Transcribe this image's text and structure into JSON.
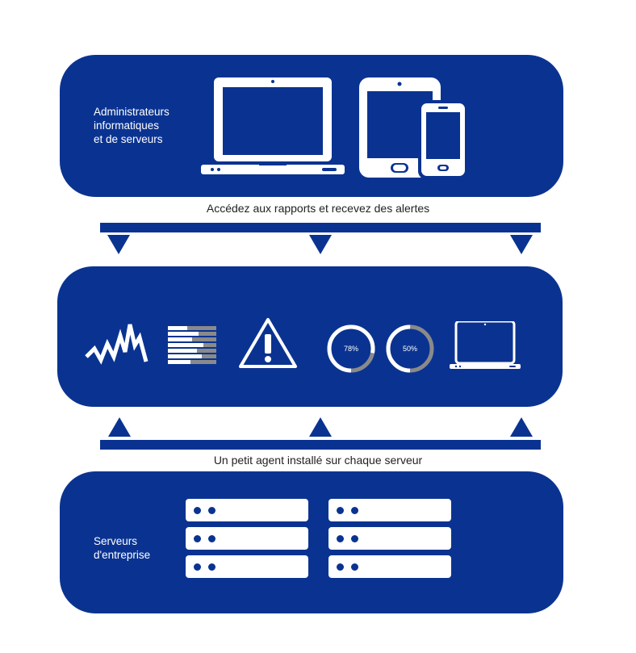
{
  "top_panel": {
    "label": "Administrateurs\ninformatiques\net de serveurs",
    "icons": [
      "laptop-icon",
      "tablet-icon",
      "smartphone-icon"
    ]
  },
  "caption_top": "Accédez aux rapports et recevez des alertes",
  "middle_panel": {
    "icons": [
      "activity-graph-icon",
      "report-list-icon",
      "warning-icon",
      "gauge-icon",
      "gauge-icon",
      "laptop-icon"
    ],
    "gauges": [
      {
        "label": "78%",
        "value": 0.78
      },
      {
        "label": "50%",
        "value": 0.5
      }
    ]
  },
  "caption_bottom": "Un petit agent installé sur chaque serveur",
  "bottom_panel": {
    "label": "Serveurs\nd'entreprise",
    "server_count": 6
  },
  "colors": {
    "brand_blue": "#0a3391",
    "gauge_track": "#8a8a8a",
    "white": "#ffffff"
  }
}
